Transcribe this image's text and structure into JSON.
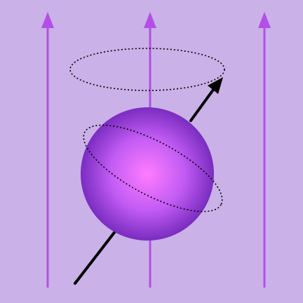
{
  "colors": {
    "background": "#cab1e7",
    "field_line": "#b44ee6",
    "sphere_highlight": "#ff7cff",
    "sphere_mid": "#c25cf4",
    "sphere_shadow": "#7a2cc0",
    "spin_axis": "#000000",
    "orbit_path": "#000000"
  },
  "diagram": {
    "field_lines": [
      {
        "name": "field-line-left",
        "icon": "arrow-up-icon"
      },
      {
        "name": "field-line-center",
        "icon": "arrow-up-icon"
      },
      {
        "name": "field-line-right",
        "icon": "arrow-up-icon"
      }
    ],
    "sphere": {
      "name": "particle-sphere"
    },
    "spin_axis": {
      "name": "spin-axis-arrow"
    },
    "precession_path": {
      "name": "precession-path-ellipse",
      "style": "dotted"
    },
    "rotation_path": {
      "name": "rotation-path-ellipse",
      "style": "dotted"
    }
  }
}
